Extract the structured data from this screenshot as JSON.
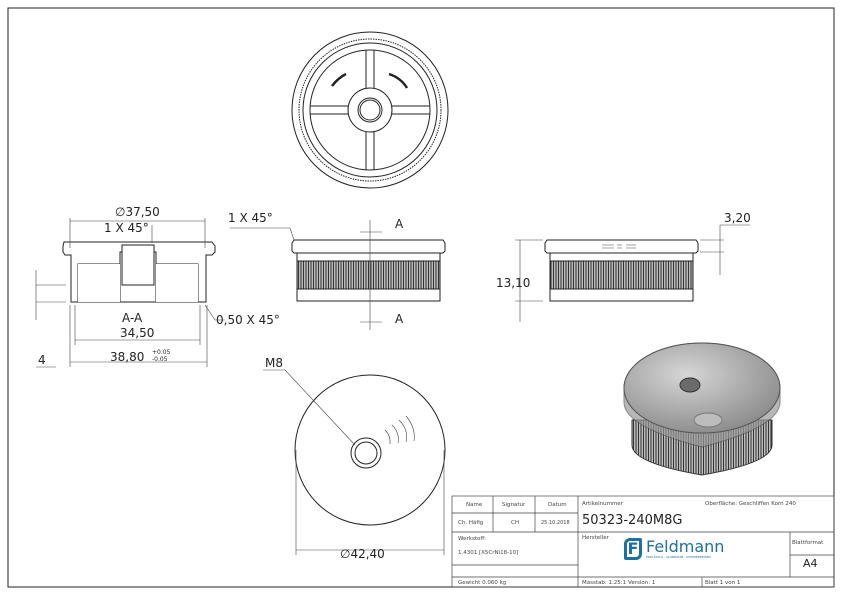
{
  "drawing": {
    "section_view": {
      "label": "A-A",
      "dims": {
        "outer_diameter": "∅37,50",
        "chamfer_top": "1 X 45°",
        "inner_width": "34,50",
        "total_width": "38,80",
        "tol_plus": "+0.05",
        "tol_minus": "-0.05",
        "chamfer_bottom": "0,50 X 45°",
        "height_small": "4"
      }
    },
    "front_view": {
      "chamfer": "1 X 45°",
      "section_mark_top": "A",
      "section_mark_bottom": "A"
    },
    "side_view": {
      "height": "13,10",
      "flange": "3,20"
    },
    "bottom_view": {
      "thread": "M8",
      "diameter": "∅42,40"
    }
  },
  "title_block": {
    "name_label": "Name",
    "signatur_label": "Signatur",
    "datum_label": "Datum",
    "name": "Ch. Häfig",
    "signatur": "CH",
    "datum": "25.10.2018",
    "artikelnummer_label": "Artikelnummer",
    "artikelnummer": "50323-240M8G",
    "oberflaeche": "Oberfläche:  Geschliffen Korn 240",
    "werkstoff_label": "Werkstoff:",
    "werkstoff": "1.4301 [X5CrNi18-10]",
    "hersteller_label": "Hersteller",
    "logo_text": "Feldmann",
    "logo_subtitle": "EDELSTAHL · ALUMINIUM · SCHMIEDEEISEN",
    "blattformat_label": "Blattformat",
    "blattformat": "A4",
    "gewicht": "Gewicht 0.060 kg",
    "massstab": "Masstab: 1.25:1",
    "version": "Version: 1",
    "blatt": "Blatt 1 von 1",
    "brand_color": "#1f6f9f"
  }
}
